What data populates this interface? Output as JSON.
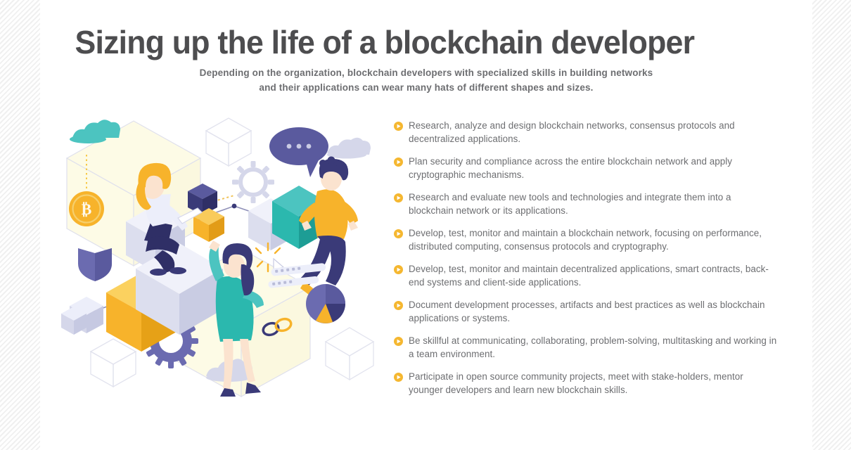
{
  "header": {
    "title": "Sizing up the life of a blockchain developer",
    "subtitle_line1": "Depending on the organization, blockchain developers with specialized skills in building networks",
    "subtitle_line2": "and their applications can wear many hats of different shapes and sizes."
  },
  "bullets": [
    {
      "text": "Research, analyze and design blockchain networks, consensus protocols and decentralized applications."
    },
    {
      "text": "Plan security and compliance across the entire blockchain network and apply cryptographic mechanisms."
    },
    {
      "text": "Research and evaluate new tools and technologies and integrate them into a blockchain network or its applications."
    },
    {
      "text": "Develop, test, monitor and maintain a blockchain network, focusing on performance, distributed computing, consensus protocols and cryptography."
    },
    {
      "text": "Develop, test, monitor and maintain decentralized applications, smart contracts, back-end systems and client-side applications."
    },
    {
      "text": "Document development processes, artifacts and best practices as well as blockchain applications or systems."
    },
    {
      "text": "Be skillful at communicating, collaborating, problem-solving, multitasking and working in a team environment."
    },
    {
      "text": "Participate in open source community projects, meet with stake-holders, mentor younger developers and learn new blockchain skills."
    }
  ],
  "illustration": {
    "alt": "Isometric illustration of blockchain developers working among cubes, a bitcoin coin, gears, a pie chart and chain links",
    "elements": [
      "large-cream-cube-top-left",
      "large-cream-cube-bottom",
      "bitcoin-coin",
      "teal-cloud",
      "lavender-cloud",
      "speech-bubble",
      "gear-outline",
      "gear-solid",
      "yellow-cube",
      "teal-cube",
      "lavender-cube",
      "navy-cube",
      "pie-chart",
      "chain-links",
      "shield",
      "person-seated-laptop",
      "person-carrying-cube",
      "person-reaching-up",
      "wireframe-cube"
    ]
  },
  "colors": {
    "title": "#4d4d4f",
    "body_text": "#6d6e71",
    "bullet_marker": "#f5b730",
    "accent_yellow": "#f7b32b",
    "accent_teal": "#2bb8ae",
    "accent_navy": "#3a3a78",
    "accent_periwinkle": "#6b6bb0",
    "cream_panel": "#fdfbe6",
    "lavender": "#d5d7ea",
    "page_background": "#ffffff",
    "hatch_band": "#f0f0f0"
  }
}
